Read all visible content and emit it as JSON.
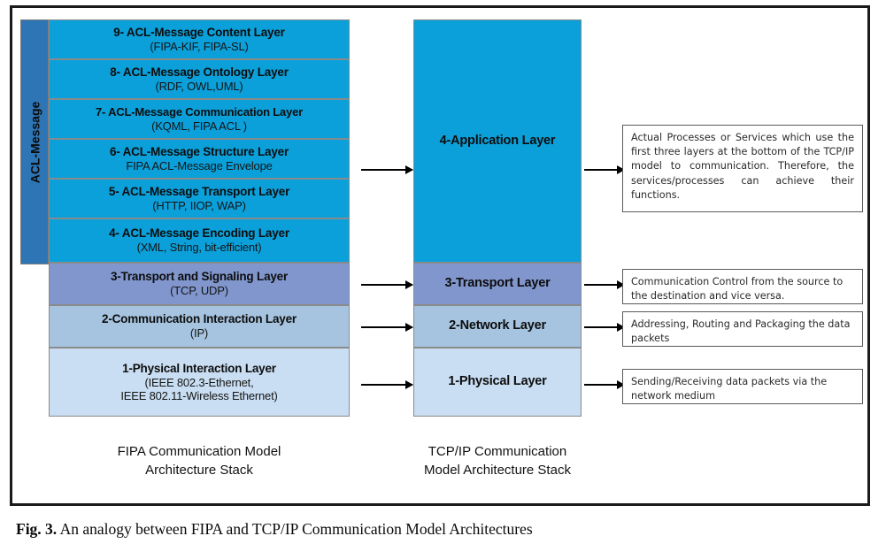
{
  "figure": {
    "caption_label": "Fig. 3.",
    "caption_text": "An analogy between FIPA and TCP/IP Communication Model Architectures"
  },
  "colors": {
    "cyan": "#0BA0DA",
    "band_blue": "#2E75B6",
    "periwinkle": "#8096CD",
    "light_blue": "#A6C4E0",
    "pale_blue": "#C9DEF2",
    "border": "#8A8A8A",
    "frame": "#1A1A1A"
  },
  "fipa_stack": {
    "band_label": "ACL-Message",
    "caption_line1": "FIPA Communication Model",
    "caption_line2": "Architecture Stack",
    "layers": [
      {
        "title": "9- ACL-Message Content Layer",
        "sub": "(FIPA-KIF, FIPA-SL)"
      },
      {
        "title": "8- ACL-Message Ontology Layer",
        "sub": "(RDF, OWL,UML)"
      },
      {
        "title": "7- ACL-Message Communication Layer",
        "sub": "(KQML, FIPA ACL )"
      },
      {
        "title": "6- ACL-Message Structure Layer",
        "sub": "FIPA ACL-Message Envelope"
      },
      {
        "title": "5- ACL-Message Transport Layer",
        "sub": "(HTTP, IIOP, WAP)"
      },
      {
        "title": "4- ACL-Message Encoding Layer",
        "sub": "(XML, String, bit-efficient)"
      },
      {
        "title": "3-Transport and Signaling Layer",
        "sub": "(TCP, UDP)"
      },
      {
        "title": "2-Communication Interaction Layer",
        "sub": "(IP)"
      },
      {
        "title": "1-Physical Interaction Layer",
        "sub": "(IEEE 802.3-Ethernet,",
        "sub2": "IEEE 802.11-Wireless Ethernet)"
      }
    ]
  },
  "tcp_stack": {
    "caption_line1": "TCP/IP Communication",
    "caption_line2": "Model Architecture Stack",
    "layers": [
      {
        "title": "4-Application Layer"
      },
      {
        "title": "3-Transport Layer"
      },
      {
        "title": "2-Network Layer"
      },
      {
        "title": "1-Physical Layer"
      }
    ]
  },
  "notes": [
    {
      "text": "Actual Processes or Services which use the first three layers at the bottom of the TCP/IP model to communication. Therefore, the services/processes can achieve their functions."
    },
    {
      "text": "Communication Control from the source to the destination and vice versa."
    },
    {
      "text": "Addressing, Routing and Packaging the data packets"
    },
    {
      "text": "Sending/Receiving data packets via the network medium"
    }
  ]
}
